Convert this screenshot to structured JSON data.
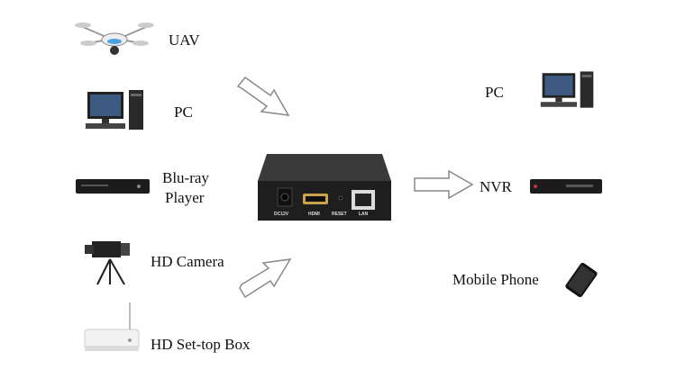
{
  "sources": [
    {
      "label": "UAV",
      "icon": "drone-icon"
    },
    {
      "label": "PC",
      "icon": "desktop-pc-icon"
    },
    {
      "label_line1": "Blu-ray",
      "label_line2": "Player",
      "icon": "bluray-player-icon"
    },
    {
      "label": "HD Camera",
      "icon": "camera-icon"
    },
    {
      "label": "HD Set-top Box",
      "icon": "set-top-box-icon"
    }
  ],
  "encoder": {
    "ports": [
      "DC12V",
      "HDMI",
      "RESET",
      "LAN"
    ]
  },
  "destinations": [
    {
      "label": "PC",
      "icon": "desktop-pc-icon"
    },
    {
      "label": "NVR",
      "icon": "nvr-icon"
    },
    {
      "label": "Mobile Phone",
      "icon": "mobile-phone-icon"
    }
  ]
}
